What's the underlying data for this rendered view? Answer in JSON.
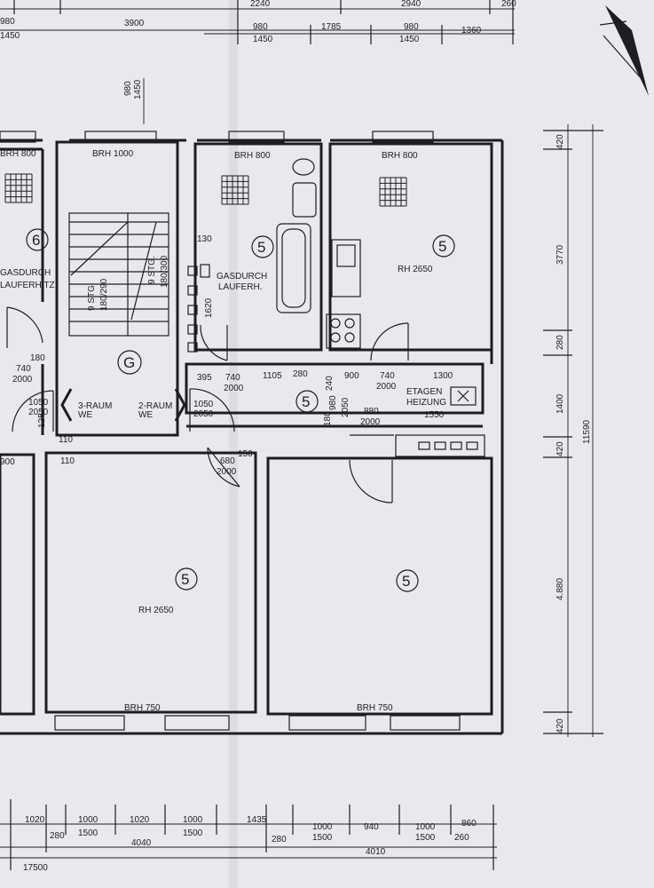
{
  "top_dims": {
    "row1": [
      "980",
      "2240",
      "2940",
      "260"
    ],
    "row2_left": [
      "1450",
      "3900"
    ],
    "row2": [
      "980",
      "1785",
      "980",
      "1360"
    ],
    "row3": [
      "1450",
      "1450"
    ],
    "vertical": [
      "980",
      "1450"
    ]
  },
  "right_dims": [
    "420",
    "3770",
    "280",
    "1400",
    "420",
    "4.880",
    "420"
  ],
  "right_total": "11590",
  "bottom_dims": {
    "row1": [
      "1020",
      "1000",
      "1020",
      "1000",
      "1435",
      "1000",
      "940",
      "1000",
      "860"
    ],
    "row2": [
      "280",
      "1500",
      "1500",
      "280",
      "1500",
      "1500",
      "260"
    ],
    "row3": [
      "4040",
      "4010"
    ],
    "total": "17500"
  },
  "window_labels": [
    "BRH 800",
    "BRH 1000",
    "BRH 800",
    "BRH 800",
    "BRH 750",
    "BRH 750"
  ],
  "room_heights": [
    "RH 2650",
    "RH 2650"
  ],
  "room_numbers": [
    "6",
    "5",
    "5",
    "5",
    "5",
    "5"
  ],
  "stair_circle": "G",
  "stair_labels": {
    "left": "9 STG.",
    "left2": "180/290",
    "right": "9 STG.",
    "right2": "180/300"
  },
  "gas_labels": {
    "left1": "GASDURCH",
    "left2": "LAUFERHITZ.",
    "right1": "GASDURCH",
    "right2": "LAUFERH."
  },
  "door_dims": [
    "180",
    "740",
    "2000",
    "1050",
    "2050",
    "125",
    "1050",
    "2050",
    "395",
    "740",
    "2000",
    "1105",
    "280",
    "240",
    "900",
    "740",
    "2000",
    "1300",
    "1620",
    "130",
    "980",
    "2050",
    "880",
    "2000",
    "1550",
    "180",
    "680",
    "2000",
    "150",
    "110",
    "900",
    "110"
  ],
  "flat_labels": {
    "left1": "3-RAUM",
    "left2": "WE",
    "right1": "2-RAUM",
    "right2": "WE"
  },
  "etagen": {
    "line1": "ETAGEN",
    "line2": "HEIZUNG"
  }
}
